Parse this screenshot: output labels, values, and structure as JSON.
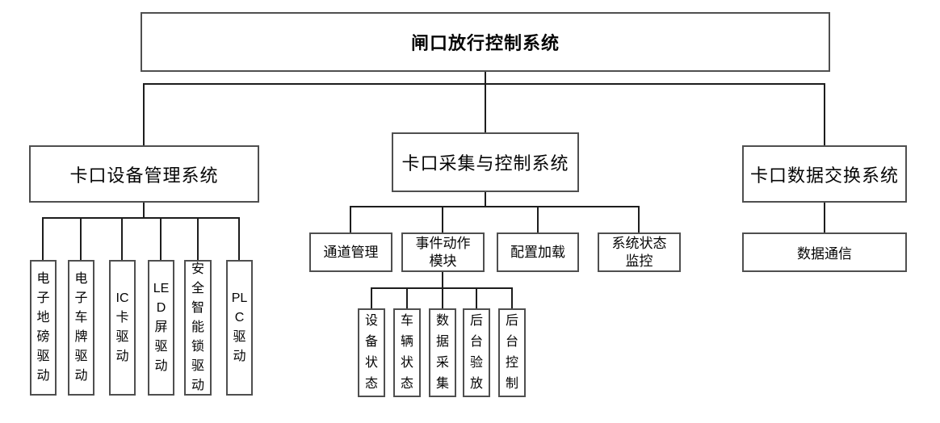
{
  "diagram": {
    "root": "闸口放行控制系统",
    "level2": {
      "device_mgmt": "卡口设备管理系统",
      "collect_ctrl": "卡口采集与控制系统",
      "data_exchange": "卡口数据交换系统"
    },
    "device_drivers": [
      "电子地磅驱动",
      "电子车牌驱动",
      "IC卡驱动",
      "LED屏驱动",
      "安全智能锁驱动",
      "PLC驱动"
    ],
    "collect_modules": {
      "channel": "通道管理",
      "event_action": "事件动作\n模块",
      "config_load": "配置加载",
      "sys_status": "系统状态\n监控"
    },
    "event_children": [
      "设备状态",
      "车辆状态",
      "数据采集",
      "后台验放",
      "后台控制"
    ],
    "exchange_children": [
      "数据通信"
    ]
  },
  "style": {
    "background": "#ffffff",
    "box_border_color": "#4f4f4f",
    "connector_color": "#1d1d1d",
    "text_color": "#050505"
  }
}
